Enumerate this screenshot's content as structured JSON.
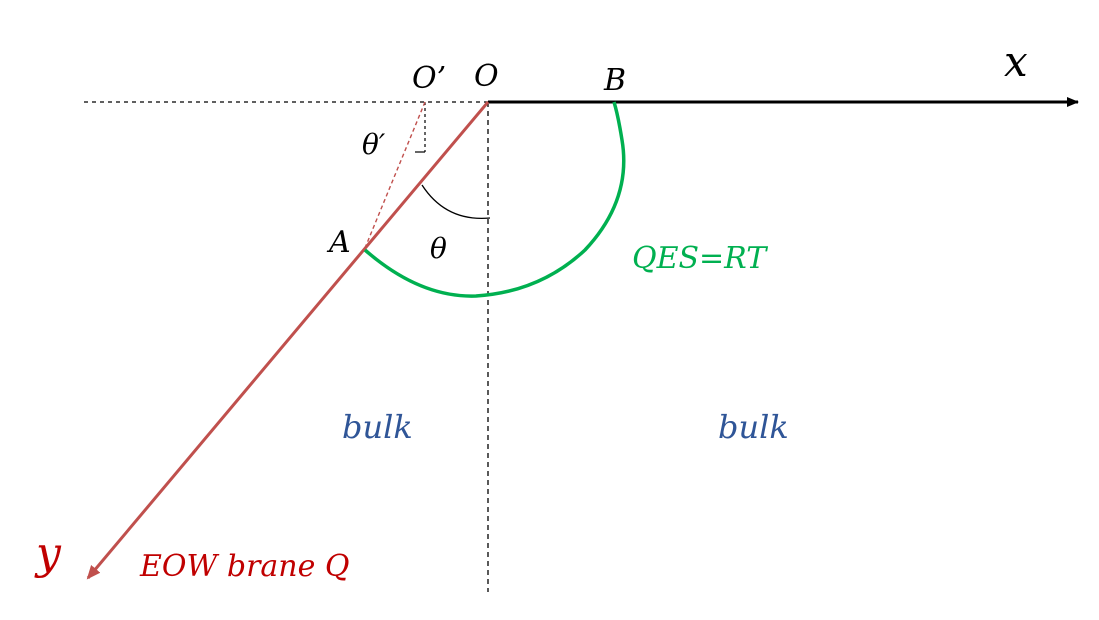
{
  "labels": {
    "x_axis": "x",
    "y_axis": "y",
    "origin": "O",
    "origin_prime": "O’",
    "point_a": "A",
    "point_b": "B",
    "theta": "θ",
    "theta_prime": "θ′",
    "qes": "QES=RT",
    "bulk_left": "bulk",
    "bulk_right": "bulk",
    "brane": "EOW brane Q"
  },
  "colors": {
    "axis": "#000000",
    "brane": "#c0504d",
    "brane_text": "#c00000",
    "qes": "#00b050",
    "bulk_text": "#2f5597",
    "dashed": "#000000"
  }
}
